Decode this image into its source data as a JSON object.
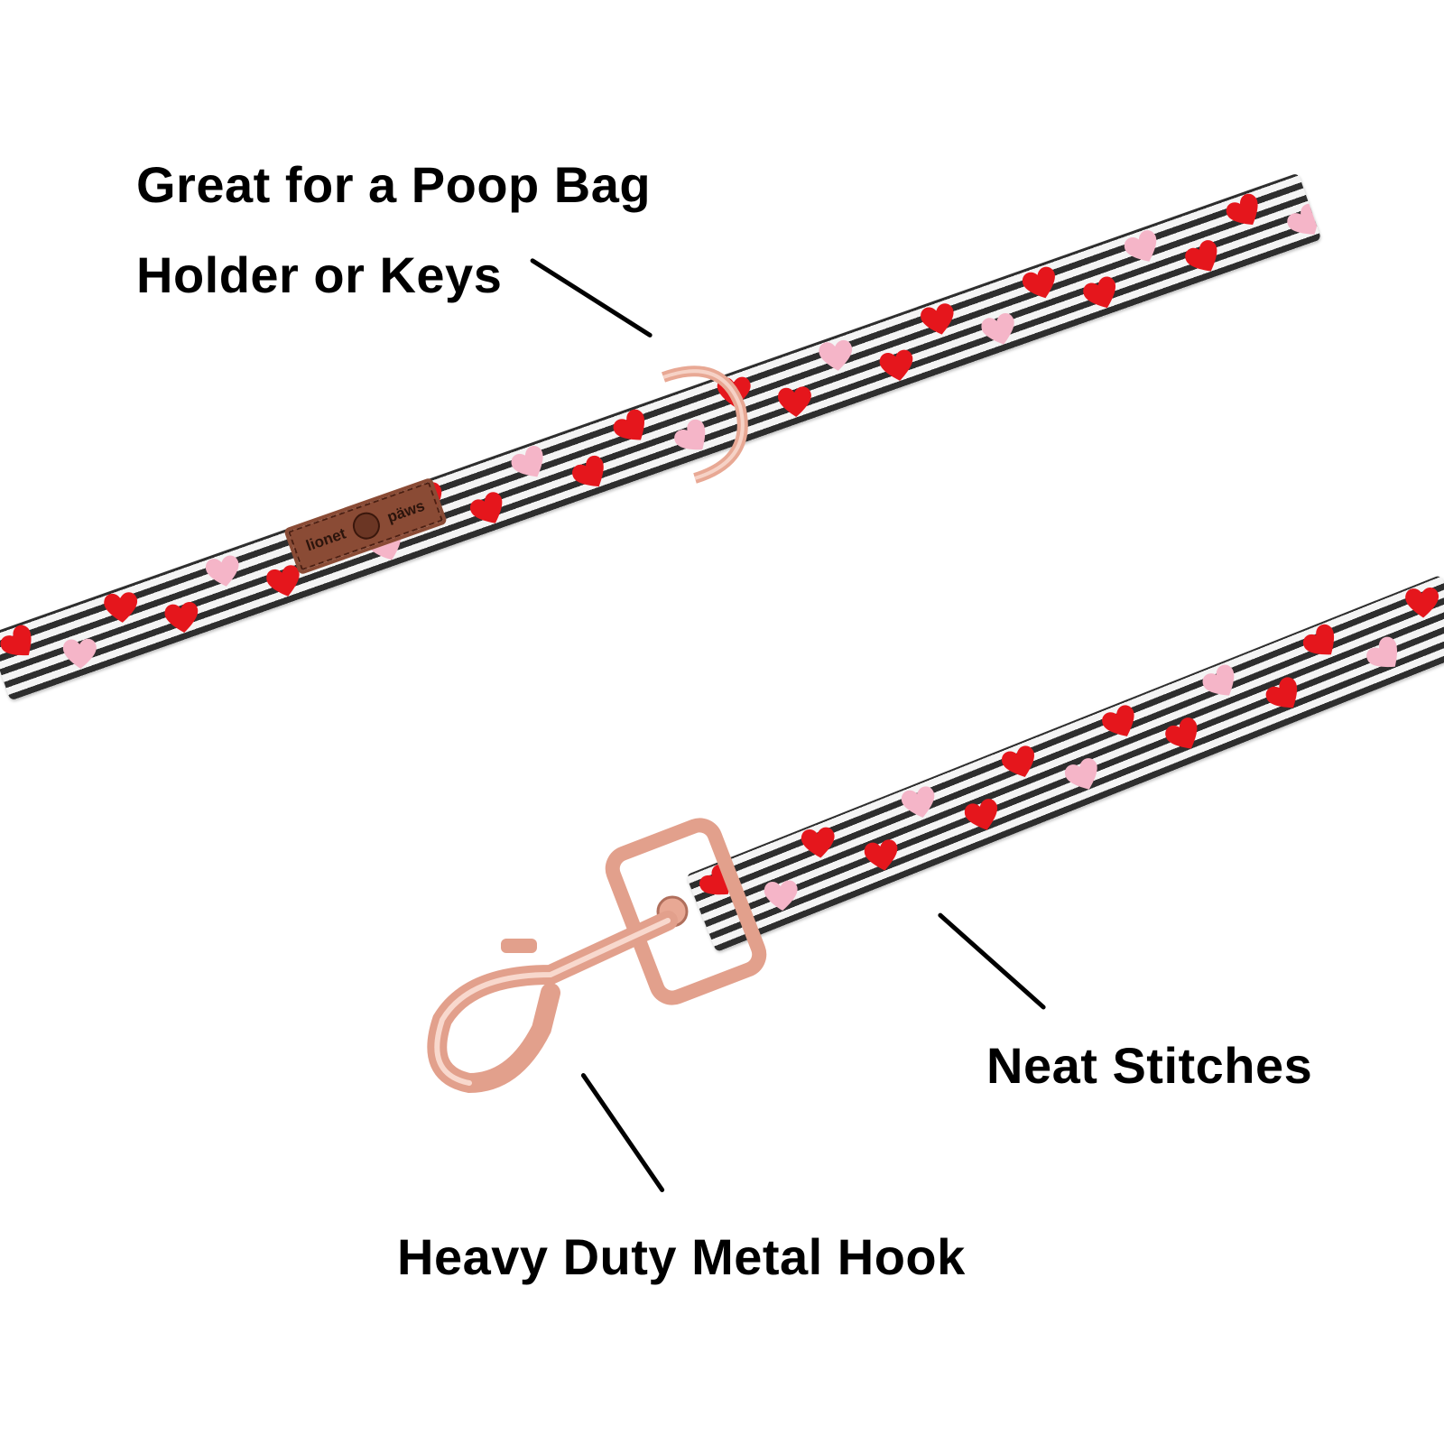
{
  "captions": {
    "poop_bag_line1": "Great for a Poop Bag",
    "poop_bag_line2": "Holder or Keys",
    "stitches": "Neat Stitches",
    "hook": "Heavy Duty Metal Hook"
  },
  "brand_tag": {
    "left": "lionet",
    "right": "päws"
  },
  "colors": {
    "heart_red": "#e5161c",
    "heart_pink": "#f5b5c8",
    "stripe_dark": "#2e2e2e",
    "rose_gold": "#e8a894"
  }
}
